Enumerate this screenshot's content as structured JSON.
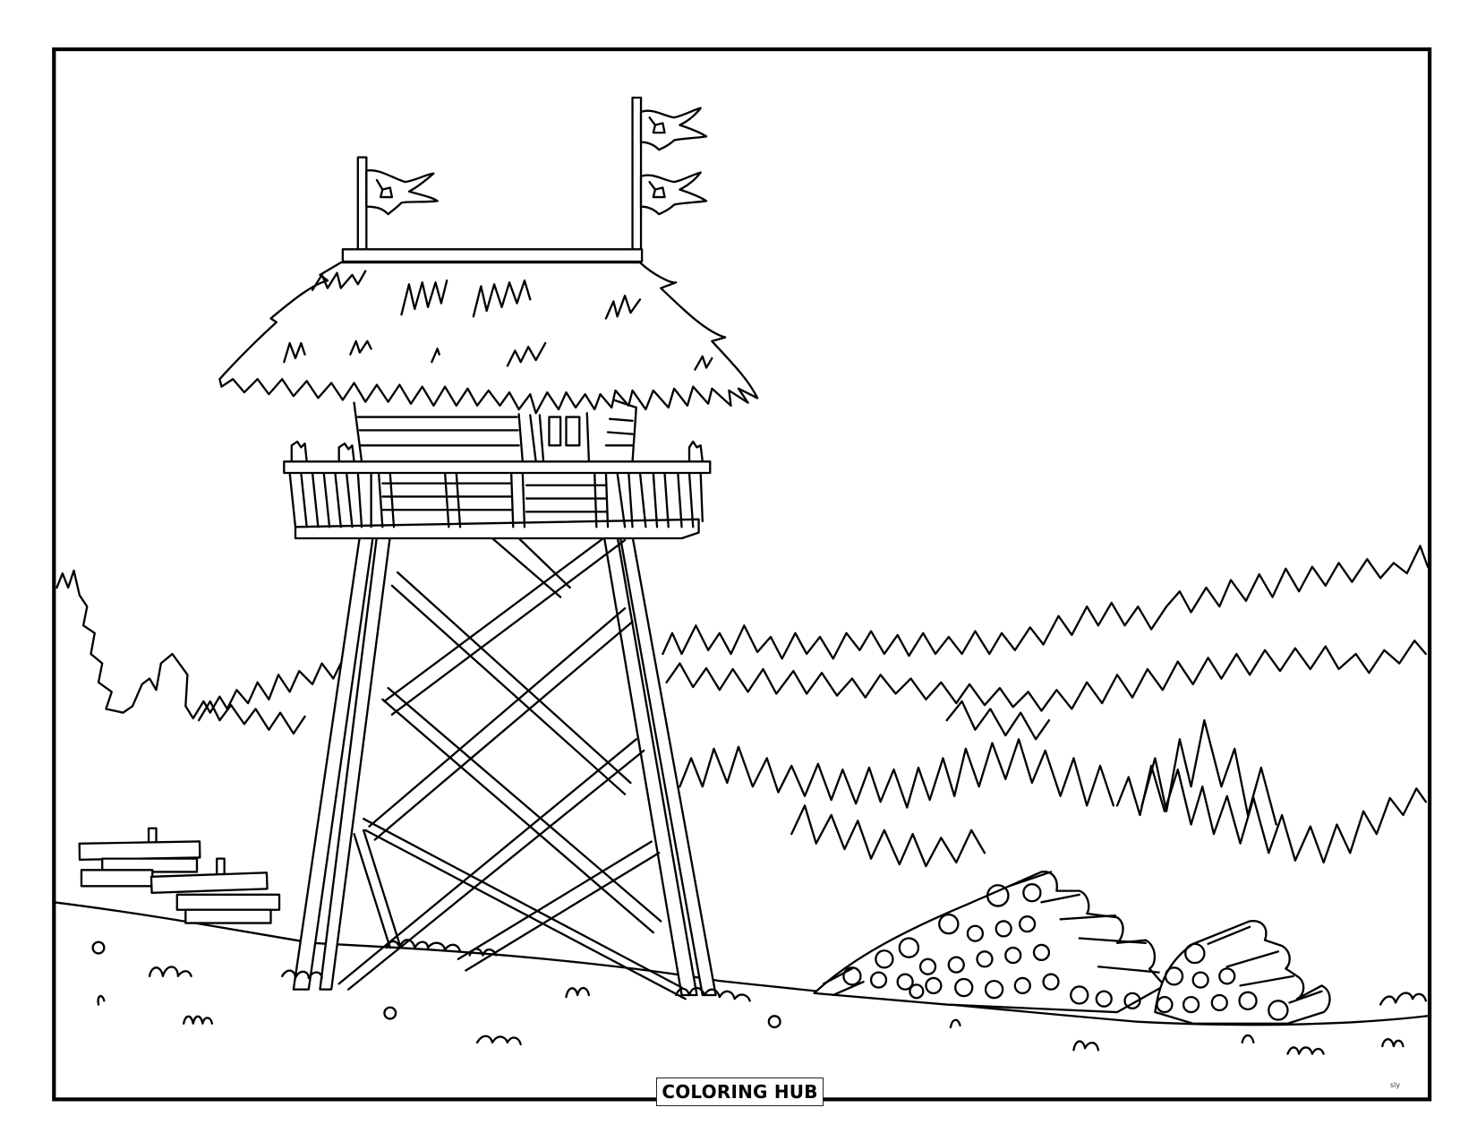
{
  "page": {
    "type": "coloring-page",
    "subject": "wooden watchtower with thatched roof and flags, forest treeline, stacked firewood logs, wooden fence",
    "border_color": "#000000",
    "background_color": "#ffffff",
    "line_color": "#000000"
  },
  "branding": {
    "logo_text": "COLORING HUB"
  },
  "signature": {
    "text": "sly"
  },
  "scene": {
    "elements": [
      {
        "name": "watchtower",
        "parts": [
          "thatched-roof",
          "roof-cap-beam",
          "cabin",
          "railing-deck",
          "support-legs",
          "cross-braces"
        ]
      },
      {
        "name": "flags",
        "count": 3
      },
      {
        "name": "treeline-back"
      },
      {
        "name": "treeline-front"
      },
      {
        "name": "log-pile",
        "count": 2
      },
      {
        "name": "wooden-fence-stack"
      },
      {
        "name": "grass-tufts"
      },
      {
        "name": "pebbles"
      }
    ]
  }
}
